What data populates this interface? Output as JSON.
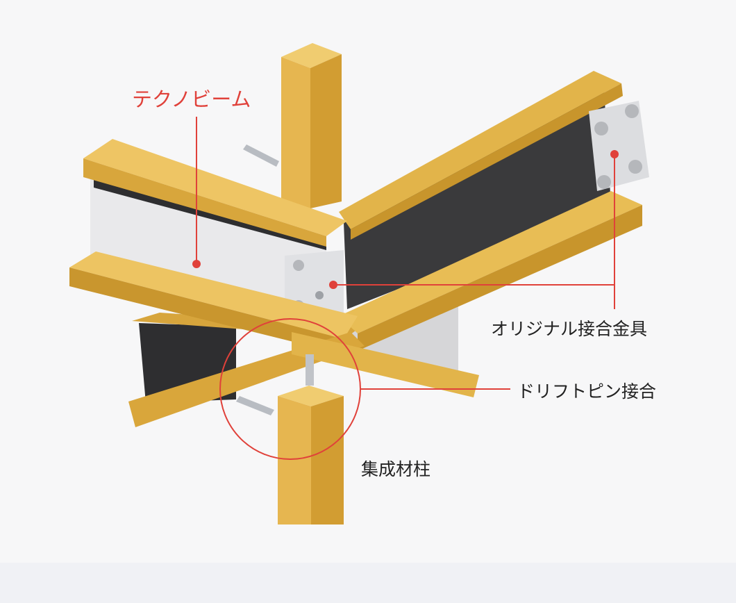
{
  "labels": {
    "beam": "テクノビーム",
    "connector": "オリジナル接合金具",
    "drift_pin": "ドリフトピン接合",
    "column": "集成材柱"
  },
  "colors": {
    "accent_red": "#e0413a",
    "wood": "#e2b44a",
    "wood_dark": "#c8952c",
    "steel_light": "#e4e4e6",
    "steel_dark": "#3a3a3c"
  }
}
